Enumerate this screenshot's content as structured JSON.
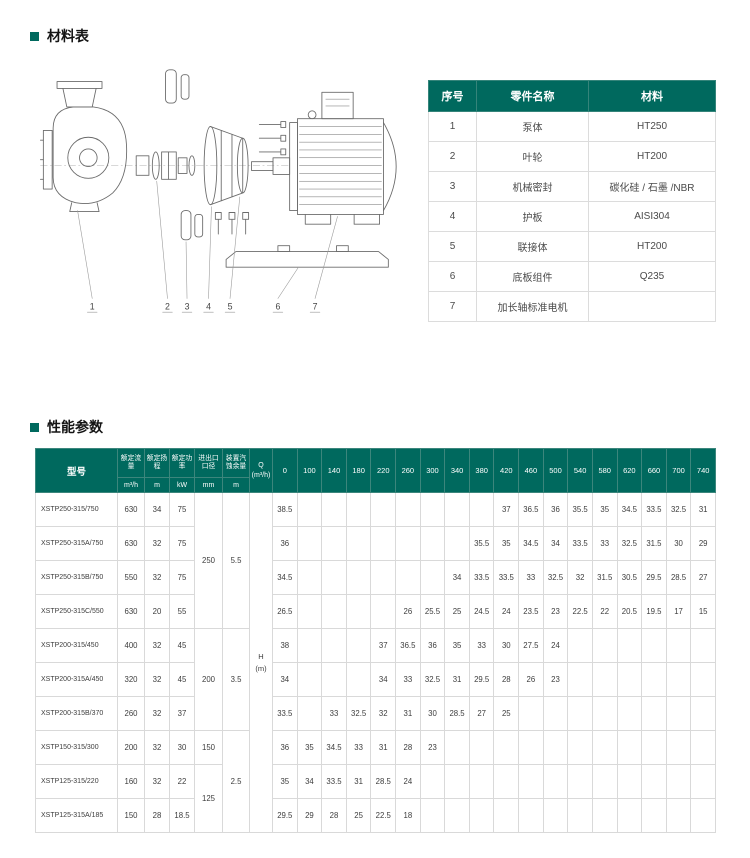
{
  "colors": {
    "accent_teal": "#00695e",
    "table_border": "#d9d9d9",
    "body_text": "#3d3d3d"
  },
  "materials": {
    "title": "材料表",
    "headers": [
      "序号",
      "零件名称",
      "材料"
    ],
    "rows": [
      [
        "1",
        "泵体",
        "HT250"
      ],
      [
        "2",
        "叶轮",
        "HT200"
      ],
      [
        "3",
        "机械密封",
        "碳化硅 / 石墨 /NBR"
      ],
      [
        "4",
        "护板",
        "AISI304"
      ],
      [
        "5",
        "联接体",
        "HT200"
      ],
      [
        "6",
        "底板组件",
        "Q235"
      ],
      [
        "7",
        "加长轴标准电机",
        ""
      ]
    ]
  },
  "drawing": {
    "callouts": [
      "1",
      "2",
      "3",
      "4",
      "5",
      "6",
      "7"
    ]
  },
  "performance": {
    "title": "性能参数",
    "header": {
      "model": "型号",
      "flow_label": "额定流量",
      "flow_unit": "m³/h",
      "head_label": "额定扬程",
      "head_unit": "m",
      "power_label": "额定功率",
      "power_unit": "kW",
      "bore_label": "进出口口径",
      "bore_unit": "mm",
      "npsh_label": "装置汽蚀余量",
      "npsh_unit": "m",
      "q_label": "Q",
      "q_unit": "(m³/h)",
      "flows": [
        "0",
        "100",
        "140",
        "180",
        "220",
        "260",
        "300",
        "340",
        "380",
        "420",
        "460",
        "500",
        "540",
        "580",
        "620",
        "660",
        "700",
        "740"
      ]
    },
    "h_label": "H",
    "h_unit": "(m)",
    "bore_merges": [
      {
        "row": 0,
        "span": 4,
        "value": "250"
      },
      {
        "row": 4,
        "span": 3,
        "value": "200"
      },
      {
        "row": 7,
        "span": 1,
        "value": "150"
      },
      {
        "row": 8,
        "span": 2,
        "value": "125"
      }
    ],
    "npsh_merges": [
      {
        "row": 0,
        "span": 4,
        "value": "5.5"
      },
      {
        "row": 4,
        "span": 3,
        "value": "3.5"
      },
      {
        "row": 7,
        "span": 3,
        "value": "2.5"
      }
    ],
    "rows": [
      {
        "model": "XSTP250-315/750",
        "flow": "630",
        "head": "34",
        "power": "75",
        "h": [
          "38.5",
          "",
          "",
          "",
          "",
          "",
          "",
          "",
          "",
          "37",
          "36.5",
          "36",
          "35.5",
          "35",
          "34.5",
          "33.5",
          "32.5",
          "31"
        ]
      },
      {
        "model": "XSTP250-315A/750",
        "flow": "630",
        "head": "32",
        "power": "75",
        "h": [
          "36",
          "",
          "",
          "",
          "",
          "",
          "",
          "",
          "35.5",
          "35",
          "34.5",
          "34",
          "33.5",
          "33",
          "32.5",
          "31.5",
          "30",
          "29"
        ]
      },
      {
        "model": "XSTP250-315B/750",
        "flow": "550",
        "head": "32",
        "power": "75",
        "h": [
          "34.5",
          "",
          "",
          "",
          "",
          "",
          "",
          "34",
          "33.5",
          "33.5",
          "33",
          "32.5",
          "32",
          "31.5",
          "30.5",
          "29.5",
          "28.5",
          "27"
        ]
      },
      {
        "model": "XSTP250-315C/550",
        "flow": "630",
        "head": "20",
        "power": "55",
        "h": [
          "26.5",
          "",
          "",
          "",
          "",
          "26",
          "25.5",
          "25",
          "24.5",
          "24",
          "23.5",
          "23",
          "22.5",
          "22",
          "20.5",
          "19.5",
          "17",
          "15"
        ]
      },
      {
        "model": "XSTP200-315/450",
        "flow": "400",
        "head": "32",
        "power": "45",
        "h": [
          "38",
          "",
          "",
          "",
          "37",
          "36.5",
          "36",
          "35",
          "33",
          "30",
          "27.5",
          "24",
          "",
          "",
          "",
          "",
          "",
          ""
        ]
      },
      {
        "model": "XSTP200-315A/450",
        "flow": "320",
        "head": "32",
        "power": "45",
        "h": [
          "34",
          "",
          "",
          "",
          "34",
          "33",
          "32.5",
          "31",
          "29.5",
          "28",
          "26",
          "23",
          "",
          "",
          "",
          "",
          "",
          ""
        ]
      },
      {
        "model": "XSTP200-315B/370",
        "flow": "260",
        "head": "32",
        "power": "37",
        "h": [
          "33.5",
          "",
          "33",
          "32.5",
          "32",
          "31",
          "30",
          "28.5",
          "27",
          "25",
          "",
          "",
          "",
          "",
          "",
          "",
          "",
          ""
        ]
      },
      {
        "model": "XSTP150-315/300",
        "flow": "200",
        "head": "32",
        "power": "30",
        "h": [
          "36",
          "35",
          "34.5",
          "33",
          "31",
          "28",
          "23",
          "",
          "",
          "",
          "",
          "",
          "",
          "",
          "",
          "",
          "",
          ""
        ]
      },
      {
        "model": "XSTP125-315/220",
        "flow": "160",
        "head": "32",
        "power": "22",
        "h": [
          "35",
          "34",
          "33.5",
          "31",
          "28.5",
          "24",
          "",
          "",
          "",
          "",
          "",
          "",
          "",
          "",
          "",
          "",
          "",
          ""
        ]
      },
      {
        "model": "XSTP125-315A/185",
        "flow": "150",
        "head": "28",
        "power": "18.5",
        "h": [
          "29.5",
          "29",
          "28",
          "25",
          "22.5",
          "18",
          "",
          "",
          "",
          "",
          "",
          "",
          "",
          "",
          "",
          "",
          "",
          ""
        ]
      }
    ]
  }
}
